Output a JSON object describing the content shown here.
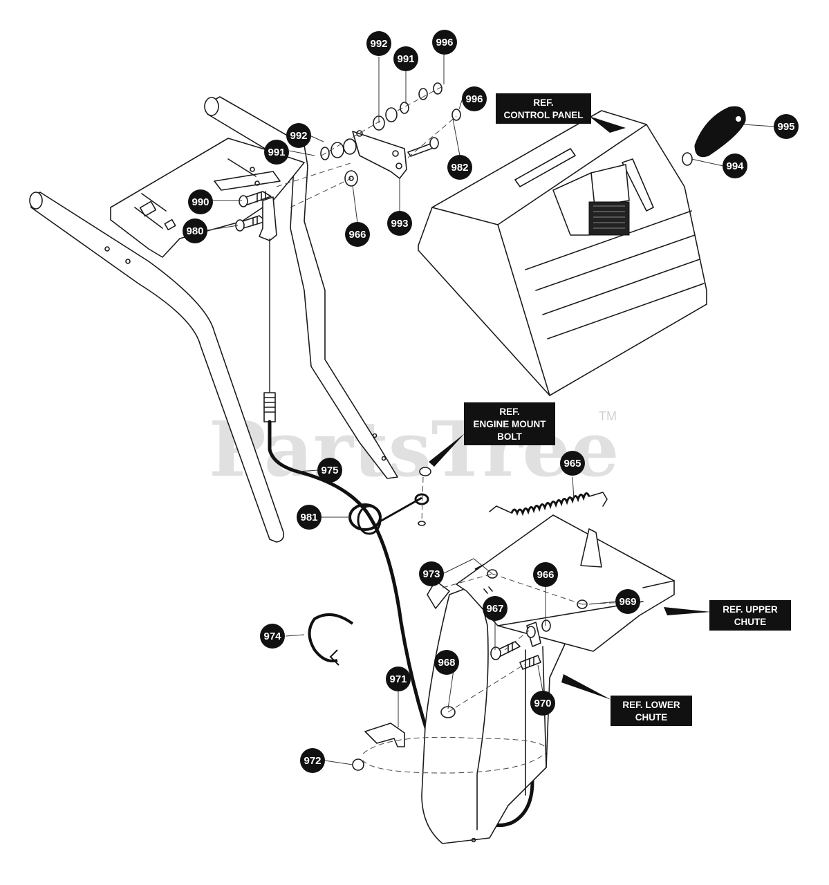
{
  "watermark": {
    "text": "PartsTree",
    "trademark": "TM"
  },
  "colors": {
    "callout_bg": "#111111",
    "callout_text": "#ffffff",
    "line": "#1b1b1b",
    "watermark": "#d6d6d6"
  },
  "callouts": [
    {
      "id": "c992a",
      "label": "992"
    },
    {
      "id": "c991a",
      "label": "991"
    },
    {
      "id": "c996a",
      "label": "996"
    },
    {
      "id": "c996b",
      "label": "996"
    },
    {
      "id": "c992b",
      "label": "992"
    },
    {
      "id": "c991b",
      "label": "991"
    },
    {
      "id": "c982",
      "label": "982"
    },
    {
      "id": "c990",
      "label": "990"
    },
    {
      "id": "c980",
      "label": "980"
    },
    {
      "id": "c966a",
      "label": "966"
    },
    {
      "id": "c993",
      "label": "993"
    },
    {
      "id": "c995",
      "label": "995"
    },
    {
      "id": "c994",
      "label": "994"
    },
    {
      "id": "c975",
      "label": "975"
    },
    {
      "id": "c965",
      "label": "965"
    },
    {
      "id": "c981",
      "label": "981"
    },
    {
      "id": "c973",
      "label": "973"
    },
    {
      "id": "c966b",
      "label": "966"
    },
    {
      "id": "c969",
      "label": "969"
    },
    {
      "id": "c967",
      "label": "967"
    },
    {
      "id": "c974",
      "label": "974"
    },
    {
      "id": "c968",
      "label": "968"
    },
    {
      "id": "c971",
      "label": "971"
    },
    {
      "id": "c970",
      "label": "970"
    },
    {
      "id": "c972",
      "label": "972"
    }
  ],
  "references": [
    {
      "id": "ref-control-panel",
      "lines": [
        "REF.",
        "CONTROL PANEL"
      ]
    },
    {
      "id": "ref-engine-mount-bolt",
      "lines": [
        "REF.",
        "ENGINE MOUNT",
        "BOLT"
      ]
    },
    {
      "id": "ref-upper-chute",
      "lines": [
        "REF. UPPER",
        "CHUTE"
      ]
    },
    {
      "id": "ref-lower-chute",
      "lines": [
        "REF. LOWER",
        "CHUTE"
      ]
    }
  ]
}
